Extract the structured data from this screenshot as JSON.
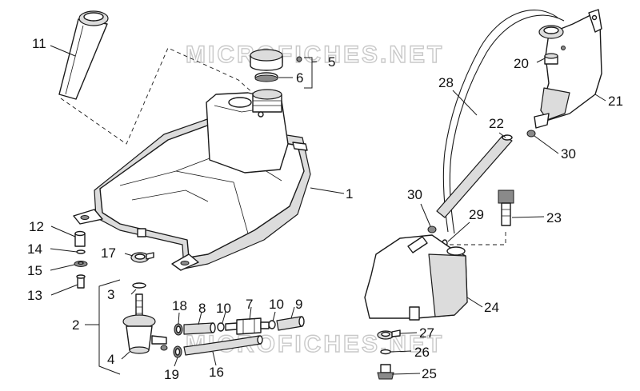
{
  "watermark": {
    "top": "MICROFICHES.NET",
    "bottom": "MICROFICHES.NET"
  },
  "labels": {
    "p1": "1",
    "p2": "2",
    "p3": "3",
    "p4": "4",
    "p5": "5",
    "p6": "6",
    "p7": "7",
    "p8": "8",
    "p9": "9",
    "p10a": "10",
    "p10b": "10",
    "p11": "11",
    "p12": "12",
    "p13": "13",
    "p14": "14",
    "p15": "15",
    "p16": "16",
    "p17": "17",
    "p18": "18",
    "p19": "19",
    "p20": "20",
    "p21": "21",
    "p22": "22",
    "p23": "23",
    "p24": "24",
    "p25": "25",
    "p26": "26",
    "p27": "27",
    "p28": "28",
    "p29": "29",
    "p30a": "30",
    "p30b": "30"
  }
}
